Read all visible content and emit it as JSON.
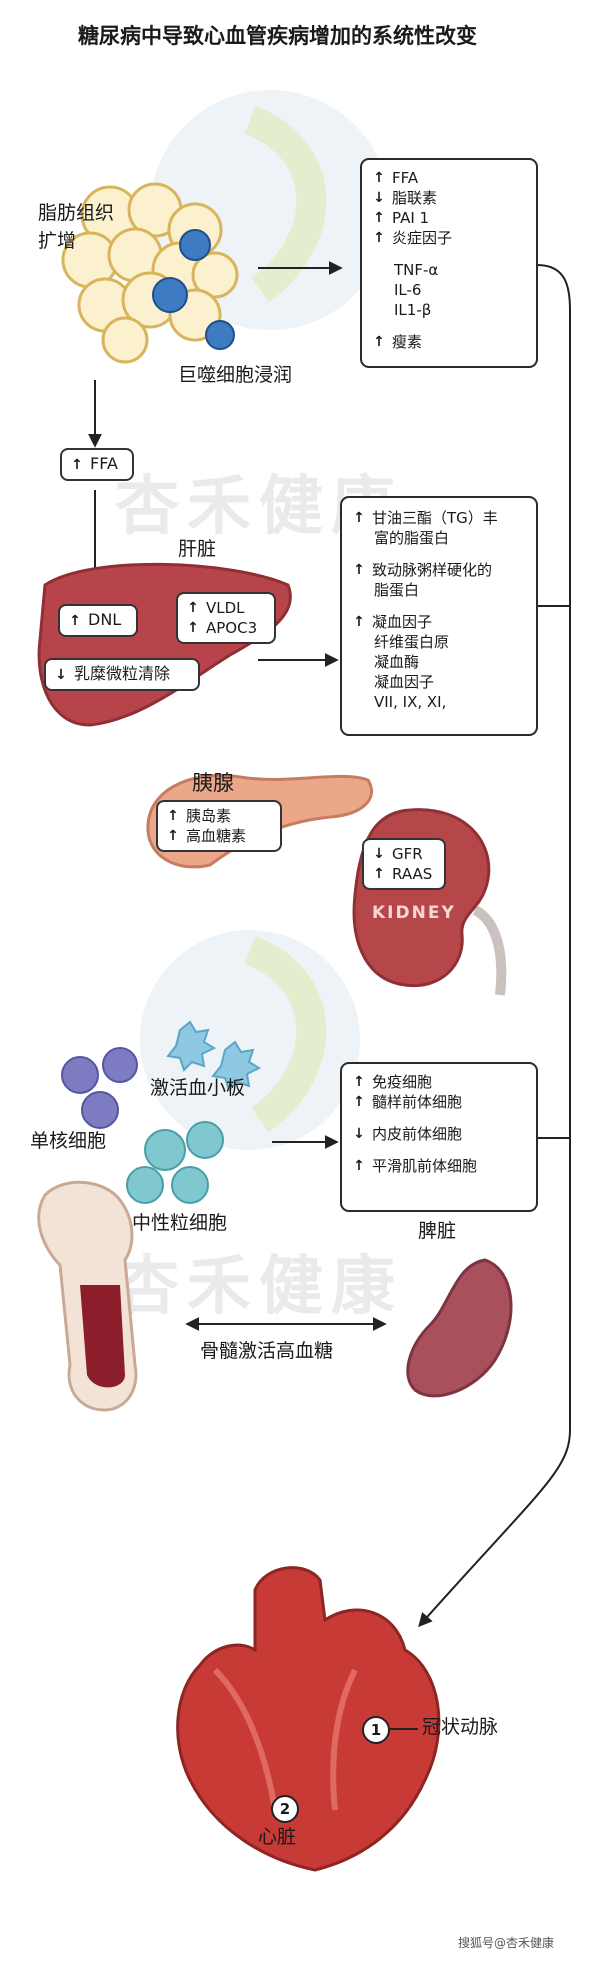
{
  "title": "糖尿病中导致心血管疾病增加的系统性改变",
  "adipose": {
    "label_line1": "脂肪组织",
    "label_line2": "扩增",
    "macrophage_label": "巨噬细胞浸润"
  },
  "adipose_box": {
    "items": [
      {
        "dir": "up",
        "text": "FFA"
      },
      {
        "dir": "down",
        "text": "脂联素"
      },
      {
        "dir": "up",
        "text": "PAI 1"
      },
      {
        "dir": "up",
        "text": "炎症因子"
      },
      {
        "dir": "",
        "text": "TNF-α"
      },
      {
        "dir": "",
        "text": "IL-6"
      },
      {
        "dir": "",
        "text": "IL1-β"
      },
      {
        "dir": "up",
        "text": "瘦素"
      }
    ]
  },
  "ffa_pill": {
    "dir": "up",
    "text": "FFA"
  },
  "liver": {
    "label": "肝脏",
    "dnl": {
      "dir": "up",
      "text": "DNL"
    },
    "vldl": [
      {
        "dir": "up",
        "text": "VLDL"
      },
      {
        "dir": "up",
        "text": "APOC3"
      }
    ],
    "clearance": {
      "dir": "down",
      "text": "乳糜微粒清除"
    }
  },
  "liver_box": {
    "items": [
      {
        "dir": "up",
        "text": "甘油三酯（TG）丰"
      },
      {
        "dir": "",
        "text": "富的脂蛋白"
      },
      {
        "dir": "up",
        "text": "致动脉粥样硬化的"
      },
      {
        "dir": "",
        "text": "脂蛋白"
      },
      {
        "dir": "up",
        "text": "凝血因子"
      },
      {
        "dir": "",
        "text": "纤维蛋白原"
      },
      {
        "dir": "",
        "text": "凝血酶"
      },
      {
        "dir": "",
        "text": "凝血因子"
      },
      {
        "dir": "",
        "text": "VII, IX, XI,"
      }
    ]
  },
  "pancreas": {
    "label": "胰腺",
    "items": [
      {
        "dir": "up",
        "text": "胰岛素"
      },
      {
        "dir": "up",
        "text": "高血糖素"
      }
    ]
  },
  "kidney": {
    "items": [
      {
        "dir": "down",
        "text": "GFR"
      },
      {
        "dir": "up",
        "text": "RAAS"
      }
    ],
    "label": "KIDNEY"
  },
  "blood": {
    "platelet": "激活血小板",
    "monocyte": "单核细胞",
    "neutrophil": "中性粒细胞",
    "spleen": "脾脏",
    "marrow": "骨髓激活高血糖"
  },
  "immune_box": {
    "items": [
      {
        "dir": "up",
        "text": "免疫细胞"
      },
      {
        "dir": "up",
        "text": "髓样前体细胞"
      },
      {
        "dir": "down",
        "text": "内皮前体细胞"
      },
      {
        "dir": "up",
        "text": "平滑肌前体细胞"
      }
    ]
  },
  "heart": {
    "coronary_num": "1",
    "coronary": "冠状动脉",
    "heart_num": "2",
    "heart": "心脏"
  },
  "watermark": "杏禾健康",
  "footer": "搜狐号@杏禾健康",
  "colors": {
    "liver": "#b8444b",
    "kidney": "#b5474b",
    "pancreas": "#eaa789",
    "heart": "#c73a36",
    "spleen": "#a8505c"
  }
}
